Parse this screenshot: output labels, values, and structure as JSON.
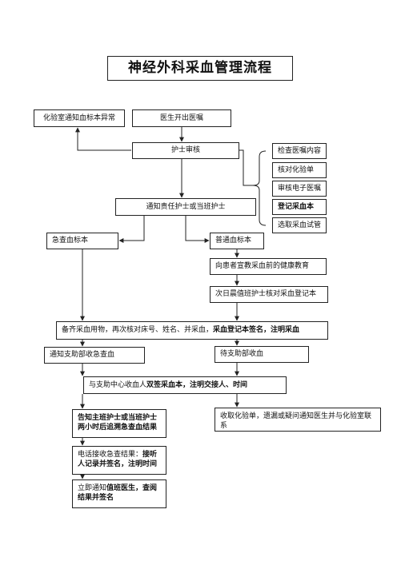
{
  "title": "神经外科采血管理流程",
  "nodes": {
    "lab_abnormal": "化验室通知血标本异常",
    "doctor_order": "医生开出医嘱",
    "nurse_review": "护士审核",
    "notify_nurse": "通知责任护士或当班护士",
    "urgent_sample": "急查血标本",
    "normal_sample": "普通血标本",
    "health_edu": "向患者宣教采血前的健康教育",
    "night_check": "次日晨值班护士核对采血登记本",
    "prepare_normal": "备齐采血用物，再次核对床号、姓名、并采血，",
    "prepare_bold": "采血登记本签名，注明采血",
    "notify_support": "通知支助部收急查血",
    "wait_support": "待支助部收血",
    "handover_normal": "与支助中心收血人",
    "handover_bold": "双签采血本，注明交接人、时间",
    "inform_doctor": "告知主班护士或当班护士两小时后追溯急查血结果",
    "phone_normal": "电话接收急查结果：",
    "phone_bold": "接听人记录并签名，注明时间",
    "notify_normal": "立即通知",
    "notify_bold": "值班医生，查阅结果并签名",
    "collect_report": "收取化验单，遗漏或疑问通知医生并与化验室联系"
  },
  "review_items": [
    "检查医嘱内容",
    "核对化验单",
    "审核电子医嘱",
    "登记采血本",
    "选取采血试管"
  ]
}
